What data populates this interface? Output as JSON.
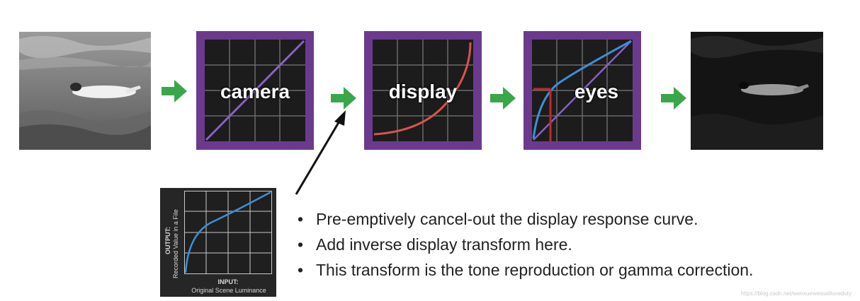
{
  "pipeline": {
    "stages": [
      {
        "label": "camera"
      },
      {
        "label": "display"
      },
      {
        "label": "eyes"
      }
    ],
    "colors": {
      "frame": "#6b3a8c",
      "plot_bg": "#1c1c1c",
      "grid": "#6a6a6a",
      "linear_curve": "#8a5fc7",
      "display_curve": "#d9534f",
      "eye_curve": "#3f8fd8",
      "arrow": "#3aa64a"
    },
    "icons": {
      "flow_arrow": "green-right-arrow-icon",
      "pointer_arrow": "black-diagonal-arrow-icon"
    }
  },
  "inset": {
    "ylabel_bold": "OUTPUT:",
    "ylabel": "Recorded Value in a File",
    "xlabel_bold": "INPUT:",
    "xlabel": "Original Scene Luminance"
  },
  "bullets": [
    "Pre-emptively cancel-out the display response curve.",
    "Add inverse display transform here.",
    "This transform is the tone reproduction or gamma correction."
  ],
  "watermark": "https://blog.csdn.net/wenxueweiswilloveduty"
}
